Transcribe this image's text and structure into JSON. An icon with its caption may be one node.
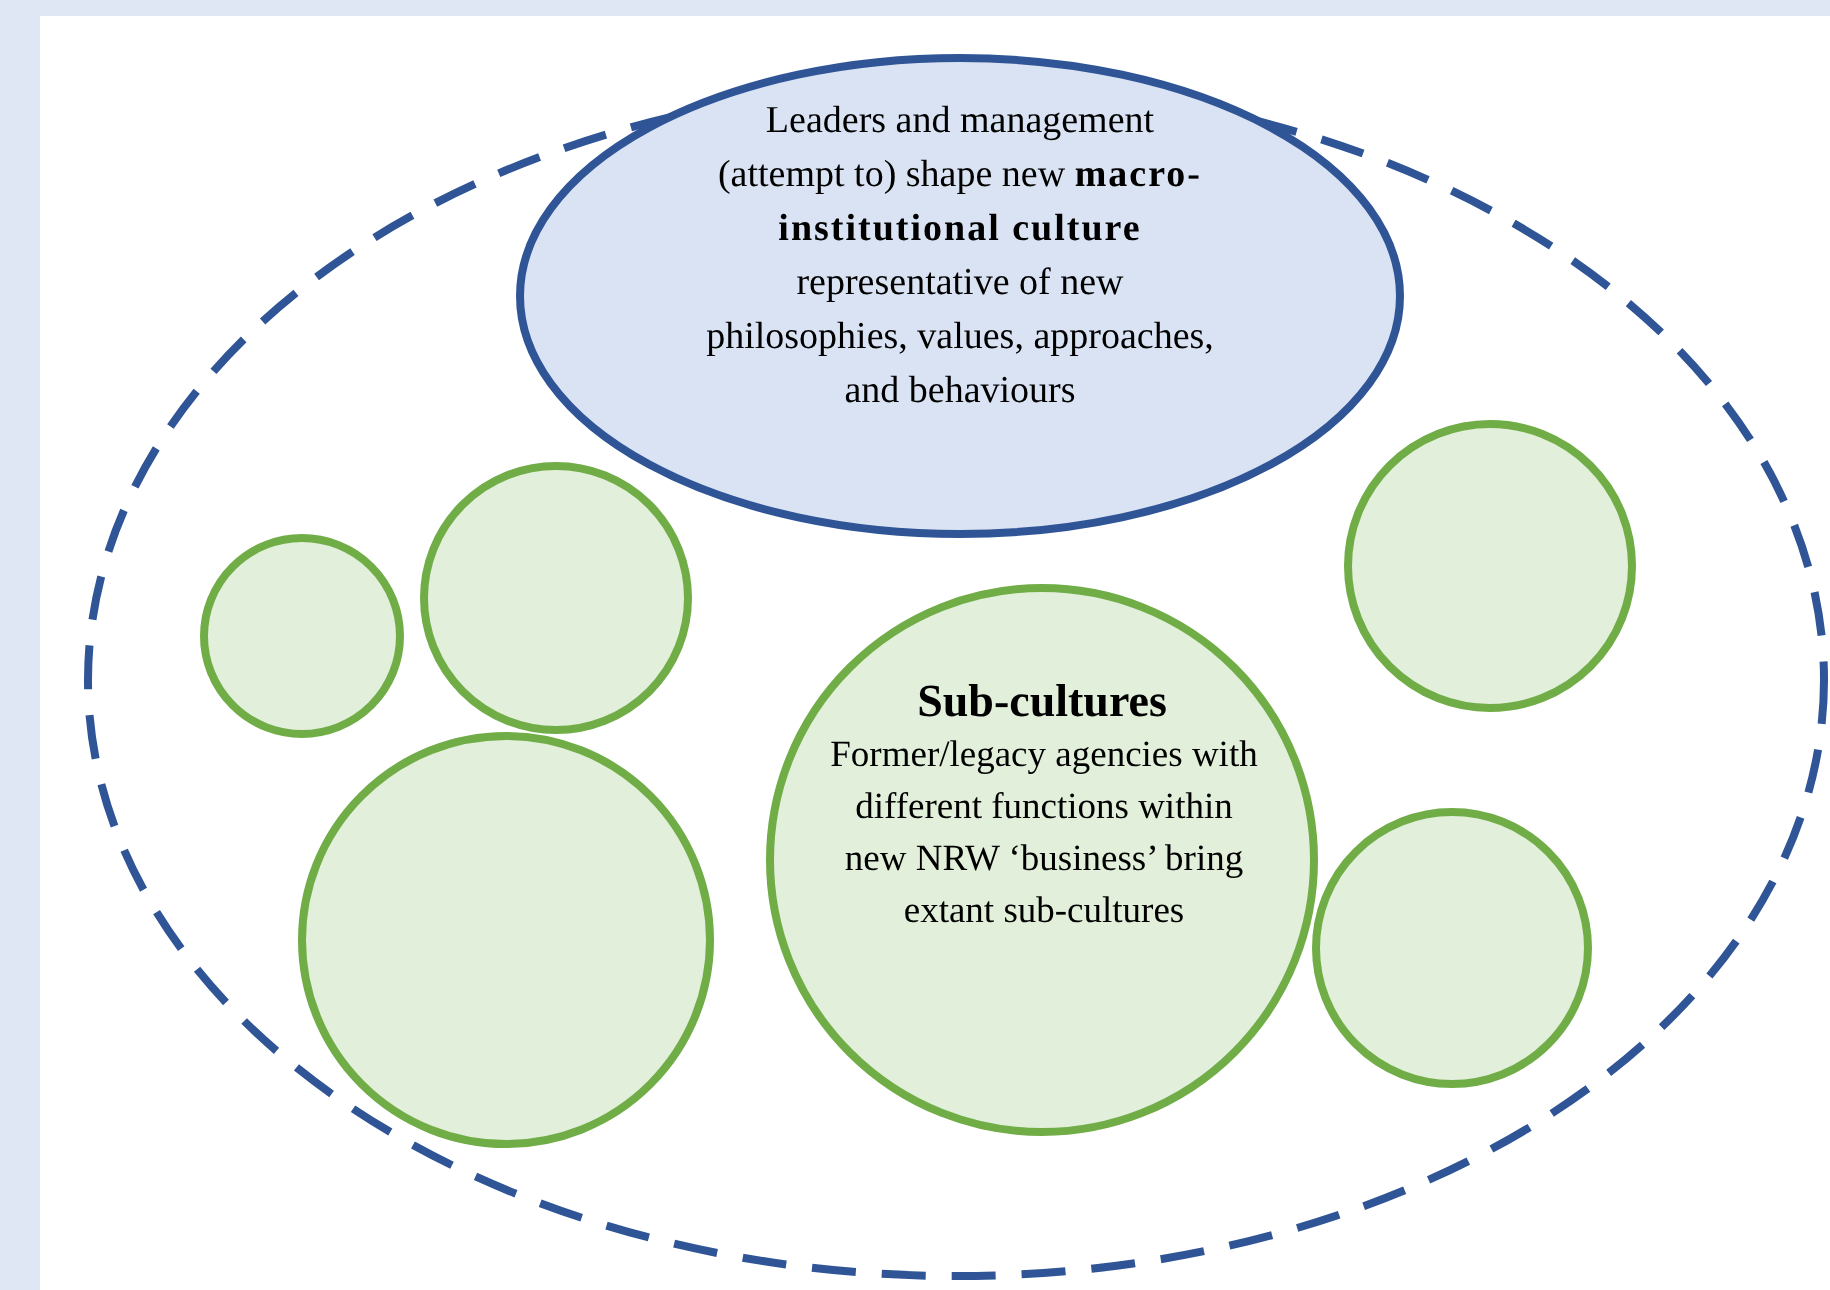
{
  "diagram": {
    "nodes": [
      {
        "text": [],
        "shape": "ellipse"
      },
      {
        "text": [
          "Leaders and management (attempt to) shape new **macro-institutional culture** representative of new philosophies, values, approaches, and behaviours"
        ],
        "in": 0
      },
      {
        "text": [],
        "shape": "circle",
        "in": 0
      },
      {
        "text": [],
        "shape": "circle",
        "in": 0
      },
      {
        "text": [],
        "shape": "circle",
        "in": 0
      },
      {
        "text": [
          "Sub-cultures",
          "Former/legacy agencies with different functions within new NRW ‘business’ bring extant sub-cultures"
        ],
        "in": 0
      },
      {
        "text": [],
        "shape": "circle",
        "in": 0
      },
      {
        "text": [],
        "shape": "circle",
        "in": 0
      }
    ]
  }
}
